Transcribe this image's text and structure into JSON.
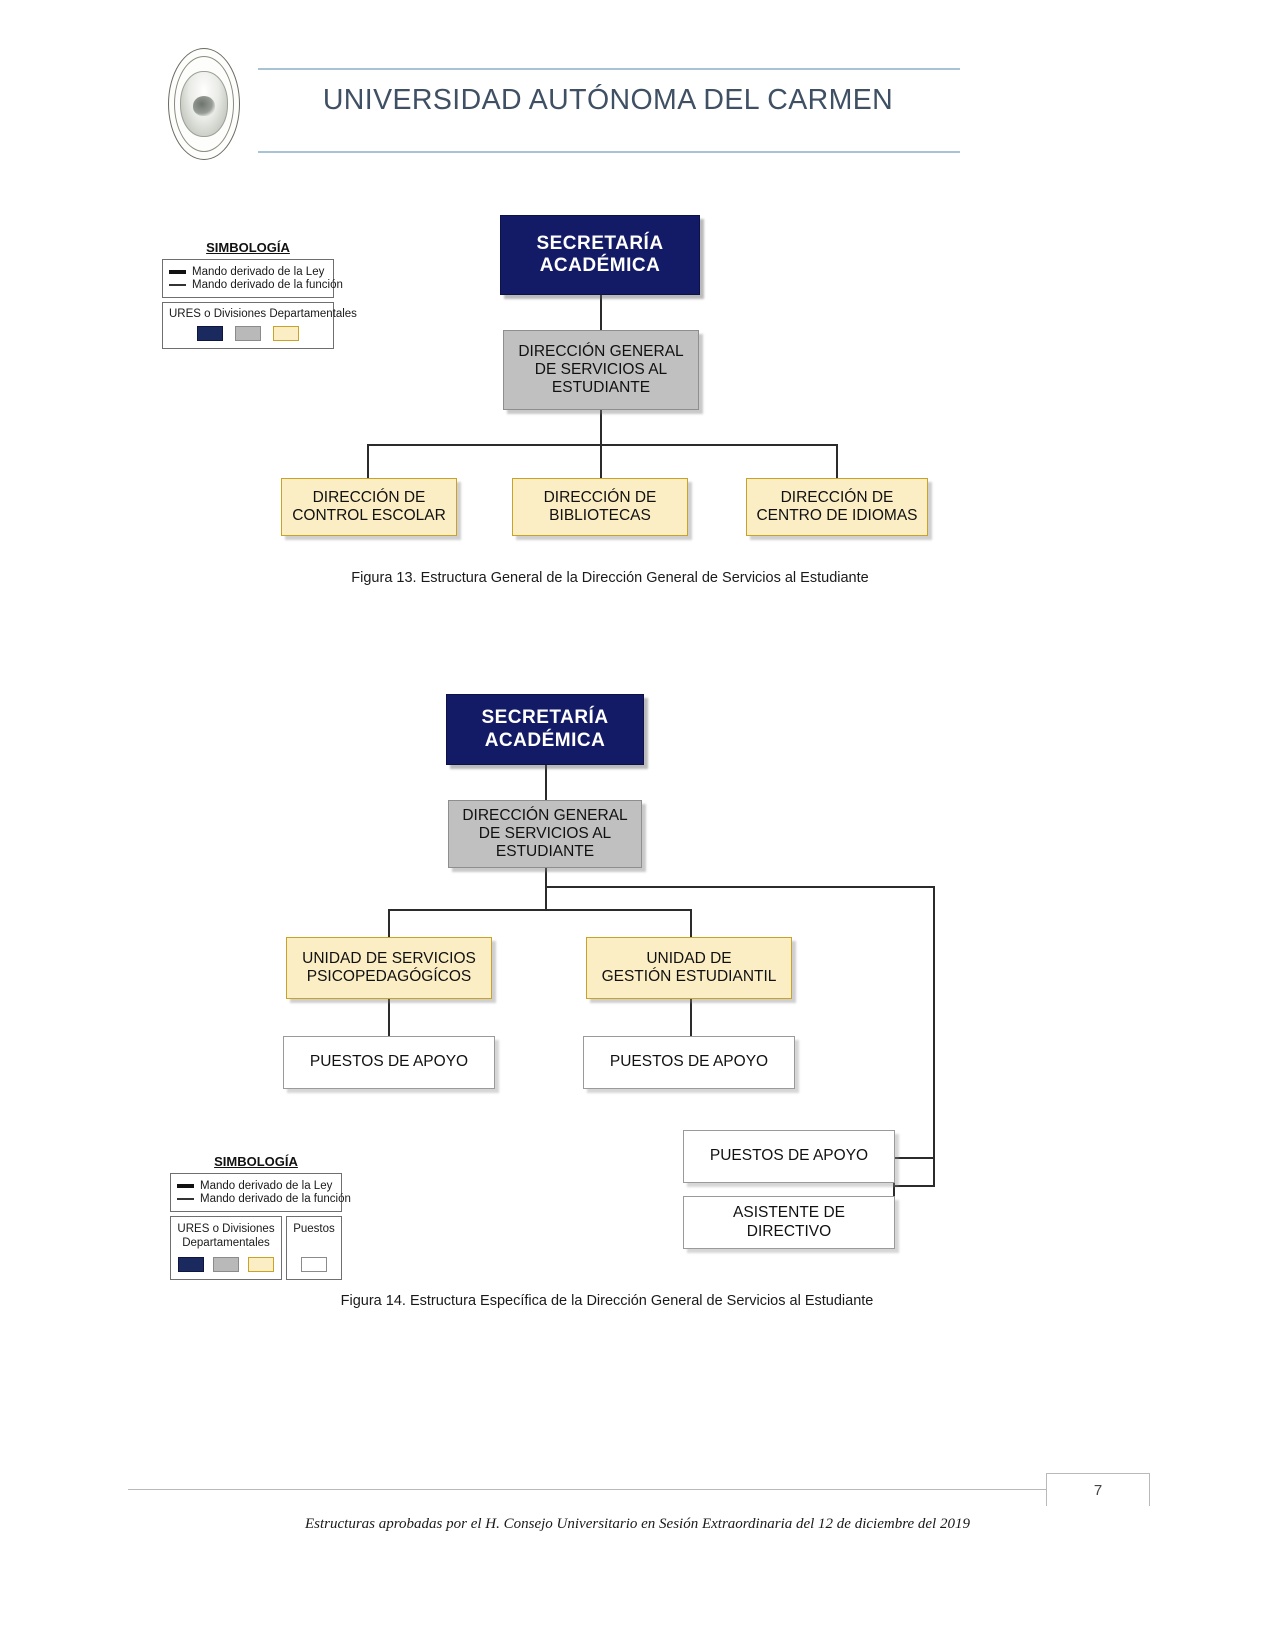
{
  "header": {
    "title": "UNIVERSIDAD AUTÓNOMA DEL CARMEN",
    "logo_alt": "university-seal"
  },
  "legend_1": {
    "title": "SIMBOLOGÍA",
    "lines": [
      {
        "style": "thick",
        "label": "Mando derivado de la Ley"
      },
      {
        "style": "thin",
        "label": "Mando derivado de la función"
      }
    ],
    "swatch_caption": "URES o Divisiones Departamentales",
    "swatches": [
      "#1b2a5e",
      "#b9b9b9",
      "#fbeec4"
    ]
  },
  "legend_2": {
    "title": "SIMBOLOGÍA",
    "lines": [
      {
        "style": "thick",
        "label": "Mando derivado de la Ley"
      },
      {
        "style": "thin",
        "label": "Mando derivado de la función"
      }
    ],
    "swatch_caption": "URES o Divisiones Departamentales",
    "puestos_caption": "Puestos",
    "swatches": [
      "#1b2a5e",
      "#b9b9b9",
      "#fbeec4"
    ],
    "puestos_swatch": "#ffffff"
  },
  "figure_13": {
    "caption": "Figura 13. Estructura General de la Dirección General de Servicios al Estudiante",
    "nodes": {
      "root": "SECRETARÍA\nACADÉMICA",
      "root_l1": "SECRETARÍA",
      "root_l2": "ACADÉMICA",
      "level2_l1": "DIRECCIÓN GENERAL",
      "level2_l2": "DE SERVICIOS AL",
      "level2_l3": "ESTUDIANTE",
      "child1_l1": "DIRECCIÓN DE",
      "child1_l2": "CONTROL ESCOLAR",
      "child2_l1": "DIRECCIÓN DE",
      "child2_l2": "BIBLIOTECAS",
      "child3_l1": "DIRECCIÓN DE",
      "child3_l2": "CENTRO DE IDIOMAS"
    }
  },
  "figure_14": {
    "caption": "Figura 14. Estructura Específica de la Dirección General de Servicios al Estudiante",
    "nodes": {
      "root_l1": "SECRETARÍA",
      "root_l2": "ACADÉMICA",
      "level2_l1": "DIRECCIÓN GENERAL",
      "level2_l2": "DE SERVICIOS AL",
      "level2_l3": "ESTUDIANTE",
      "unit1_l1": "UNIDAD DE SERVICIOS",
      "unit1_l2": "PSICOPEDAGÓGÍCOS",
      "unit2_l1": "UNIDAD DE",
      "unit2_l2": "GESTIÓN ESTUDIANTIL",
      "support1": "PUESTOS DE APOYO",
      "support2": "PUESTOS DE APOYO",
      "support3": "PUESTOS DE APOYO",
      "assistant_l1": "ASISTENTE DE",
      "assistant_l2": "DIRECTIVO"
    }
  },
  "footer": {
    "page_number": "7",
    "note": "Estructuras aprobadas por el H. Consejo Universitario en Sesión Extraordinaria del 12 de diciembre del 2019"
  },
  "colors": {
    "navy": "#141b66",
    "gray": "#c0c0c0",
    "yellow": "#fbeec4",
    "yellow_border": "#c9a227",
    "title_blue": "#3f5064",
    "rule_blue": "#a9c3d6"
  }
}
